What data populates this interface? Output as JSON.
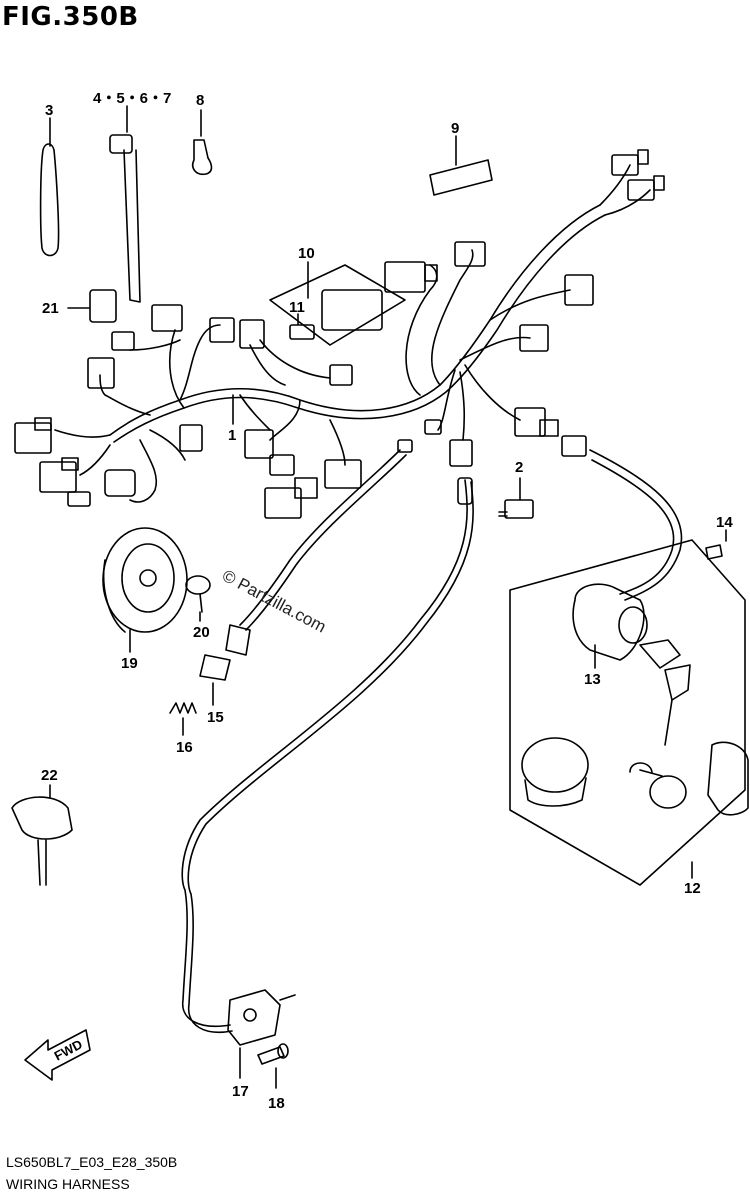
{
  "figure": {
    "title": "FIG.350B"
  },
  "watermark": "© Partzilla.com",
  "fwd_label": "FWD",
  "callouts": [
    {
      "id": "c1",
      "text": "1"
    },
    {
      "id": "c2",
      "text": "2"
    },
    {
      "id": "c3",
      "text": "3"
    },
    {
      "id": "c4",
      "text": "4・5・6・7"
    },
    {
      "id": "c8",
      "text": "8"
    },
    {
      "id": "c9",
      "text": "9"
    },
    {
      "id": "c10",
      "text": "10"
    },
    {
      "id": "c11",
      "text": "11"
    },
    {
      "id": "c12",
      "text": "12"
    },
    {
      "id": "c13",
      "text": "13"
    },
    {
      "id": "c14",
      "text": "14"
    },
    {
      "id": "c15",
      "text": "15"
    },
    {
      "id": "c16",
      "text": "16"
    },
    {
      "id": "c17",
      "text": "17"
    },
    {
      "id": "c18",
      "text": "18"
    },
    {
      "id": "c19",
      "text": "19"
    },
    {
      "id": "c20",
      "text": "20"
    },
    {
      "id": "c21",
      "text": "21"
    },
    {
      "id": "c22",
      "text": "22"
    }
  ],
  "footer": {
    "code": "LS650BL7_E03_E28_350B",
    "name": "WIRING HARNESS"
  }
}
